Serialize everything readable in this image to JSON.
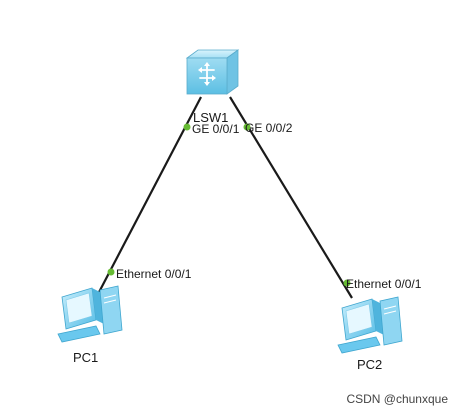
{
  "devices": {
    "switch": {
      "name": "LSW1",
      "icon": "network-switch-icon"
    },
    "pc1": {
      "name": "PC1",
      "icon": "desktop-pc-icon"
    },
    "pc2": {
      "name": "PC2",
      "icon": "desktop-pc-icon"
    }
  },
  "links": [
    {
      "from": "LSW1",
      "from_port": "GE 0/0/1",
      "to": "PC1",
      "to_port": "Ethernet 0/0/1"
    },
    {
      "from": "LSW1",
      "from_port": "GE 0/0/2",
      "to": "PC2",
      "to_port": "Ethernet 0/0/1"
    }
  ],
  "watermark": "CSDN @chunxque",
  "colors": {
    "link": "#1a1a1a",
    "port_dot": "#66bb33",
    "switch_body": "#8ed4ef",
    "pc_body": "#7fd0f5"
  }
}
